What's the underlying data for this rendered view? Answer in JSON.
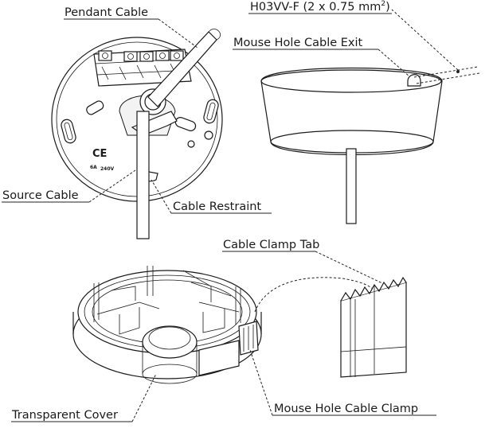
{
  "labels": {
    "pendant_cable": "Pendant Cable",
    "h03vvf_prefix": "H03VV-F (2 x 0.75 mm",
    "h03vvf_sup": "2",
    "h03vvf_suffix": ")",
    "mouse_hole_exit": "Mouse Hole Cable Exit",
    "source_cable": "Source Cable",
    "cable_restraint": "Cable Restraint",
    "cable_clamp_tab": "Cable Clamp Tab",
    "transparent_cover": "Transparent Cover",
    "mouse_hole_clamp": "Mouse Hole Cable Clamp"
  },
  "plate_marks": {
    "ce": "CE",
    "rating_current": "6A",
    "rating_voltage": "240V"
  }
}
